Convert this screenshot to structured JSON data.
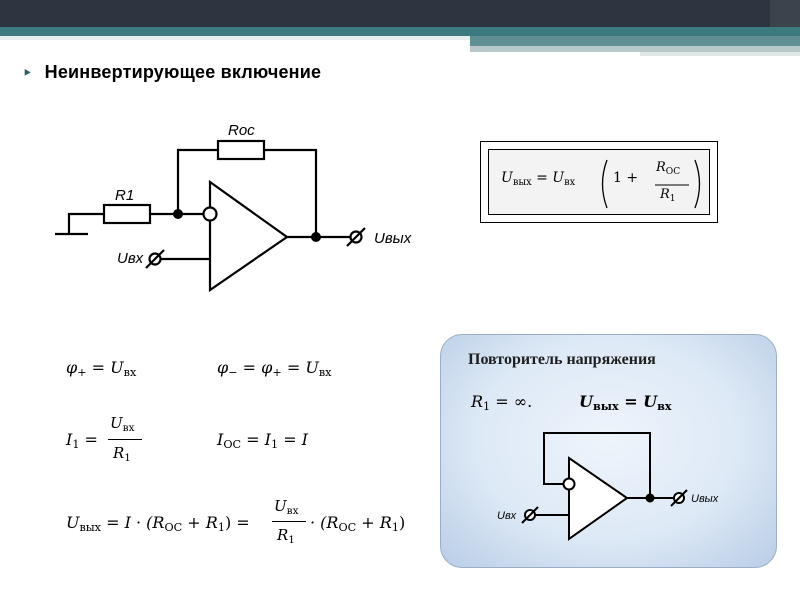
{
  "slide": {
    "bullet_glyph": "‣",
    "title": "Неинвертирующее включение"
  },
  "main_circuit": {
    "label_roc": "Roc",
    "label_r1": "R1",
    "label_uin": "Uвх",
    "label_uout": "Uвых"
  },
  "main_formula": {
    "lhs_var": "U",
    "lhs_sub": "вых",
    "eq": "=",
    "var": "U",
    "var_sub": "вх",
    "one_plus": "1 +",
    "num_var": "R",
    "num_sub": "ОС",
    "den_var": "R",
    "den_sub": "1"
  },
  "equations": {
    "phi_plus": {
      "lhs": "φ",
      "lhs_sub": "+",
      "rhs": "= U",
      "rhs_sub": "вх"
    },
    "phi_minus": {
      "lhs": "φ",
      "lhs_sub": "−",
      "mid": "= φ",
      "mid_sub": "+",
      "rhs": "= U",
      "rhs_sub": "вх"
    },
    "i1": {
      "lhs": "I",
      "lhs_sub": "1",
      "eq": "=",
      "num": "U",
      "num_sub": "вх",
      "den": "R",
      "den_sub": "1"
    },
    "ioc": {
      "lhs": "I",
      "lhs_sub": "ОС",
      "mid": "= I",
      "mid_sub": "1",
      "rhs": "= I"
    },
    "uout": {
      "lhs": "U",
      "lhs_sub": "вых",
      "part1": "= I · (R",
      "part1_sub": "ОС",
      "part2": "+ R",
      "part2_sub": "1",
      "part3": ") =",
      "num": "U",
      "num_sub": "вх",
      "den": "R",
      "den_sub": "1",
      "part4": "· (R",
      "part4_sub": "ОС",
      "part5": "+ R",
      "part5_sub": "1",
      "part6": ")"
    }
  },
  "follower_panel": {
    "title": "Повторитель напряжения",
    "eq1": "R",
    "eq1_sub": "1",
    "eq1_rhs": "= ∞.",
    "eq2": "U",
    "eq2_sub": "вых",
    "eq2_mid": "= U",
    "eq2_sub2": "вх",
    "label_uin": "Uвх",
    "label_uout": "Uвых"
  },
  "colors": {
    "topbar_dark": "#2e3540",
    "topbar_teal": "#3d7a80",
    "topbar_light": "#b8c7c9",
    "panel_border": "#9aaec4"
  }
}
